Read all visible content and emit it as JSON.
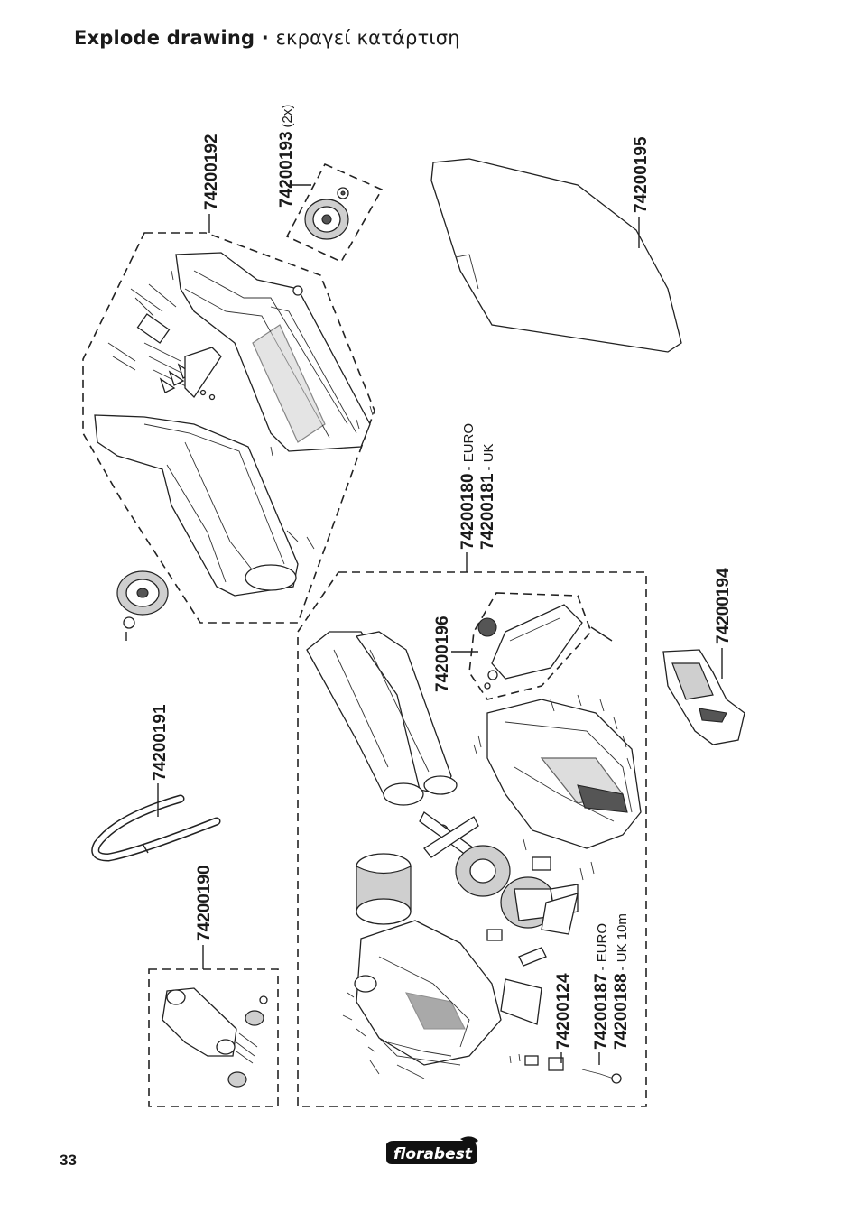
{
  "header": {
    "title_en": "Explode drawing",
    "separator": " · ",
    "title_gr": "εκραγεί κατάρτιση"
  },
  "parts": {
    "p192": "74200192",
    "p193": "74200193",
    "p193_qty": "(2x)",
    "p195": "74200195",
    "p180": "74200180",
    "p180_region": "- EURO",
    "p181": "74200181",
    "p181_region": "- UK",
    "p196": "74200196",
    "p194": "74200194",
    "p191": "74200191",
    "p190": "74200190",
    "p124": "74200124",
    "p187": "74200187",
    "p187_region": "- EURO",
    "p188": "74200188",
    "p188_region": "- UK 10m"
  },
  "footer": {
    "page_number": "33",
    "brand": "florabest"
  }
}
